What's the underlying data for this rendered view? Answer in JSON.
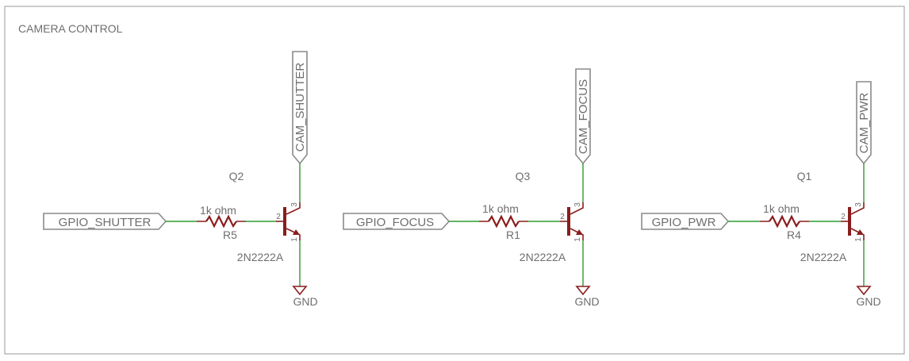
{
  "sheet": {
    "title": "CAMERA CONTROL"
  },
  "colors": {
    "wire": "#2f9a2f",
    "part": "#8a1d1d",
    "label": "#6e6e6e",
    "frame": "#9a9a9a"
  },
  "stages": [
    {
      "input": "GPIO_SHUTTER",
      "output": "CAM_SHUTTER",
      "transistor": {
        "name": "Q2",
        "value": "2N2222A",
        "pin_base": "2",
        "pin_collector": "3",
        "pin_emitter": "1"
      },
      "resistor": {
        "name": "R5",
        "value": "1k ohm"
      },
      "ground": "GND"
    },
    {
      "input": "GPIO_FOCUS",
      "output": "CAM_FOCUS",
      "transistor": {
        "name": "Q3",
        "value": "2N2222A",
        "pin_base": "2",
        "pin_collector": "3",
        "pin_emitter": "1"
      },
      "resistor": {
        "name": "R1",
        "value": "1k ohm"
      },
      "ground": "GND"
    },
    {
      "input": "GPIO_PWR",
      "output": "CAM_PWR",
      "transistor": {
        "name": "Q1",
        "value": "2N2222A",
        "pin_base": "2",
        "pin_collector": "3",
        "pin_emitter": "1"
      },
      "resistor": {
        "name": "R4",
        "value": "1k ohm"
      },
      "ground": "GND"
    }
  ]
}
